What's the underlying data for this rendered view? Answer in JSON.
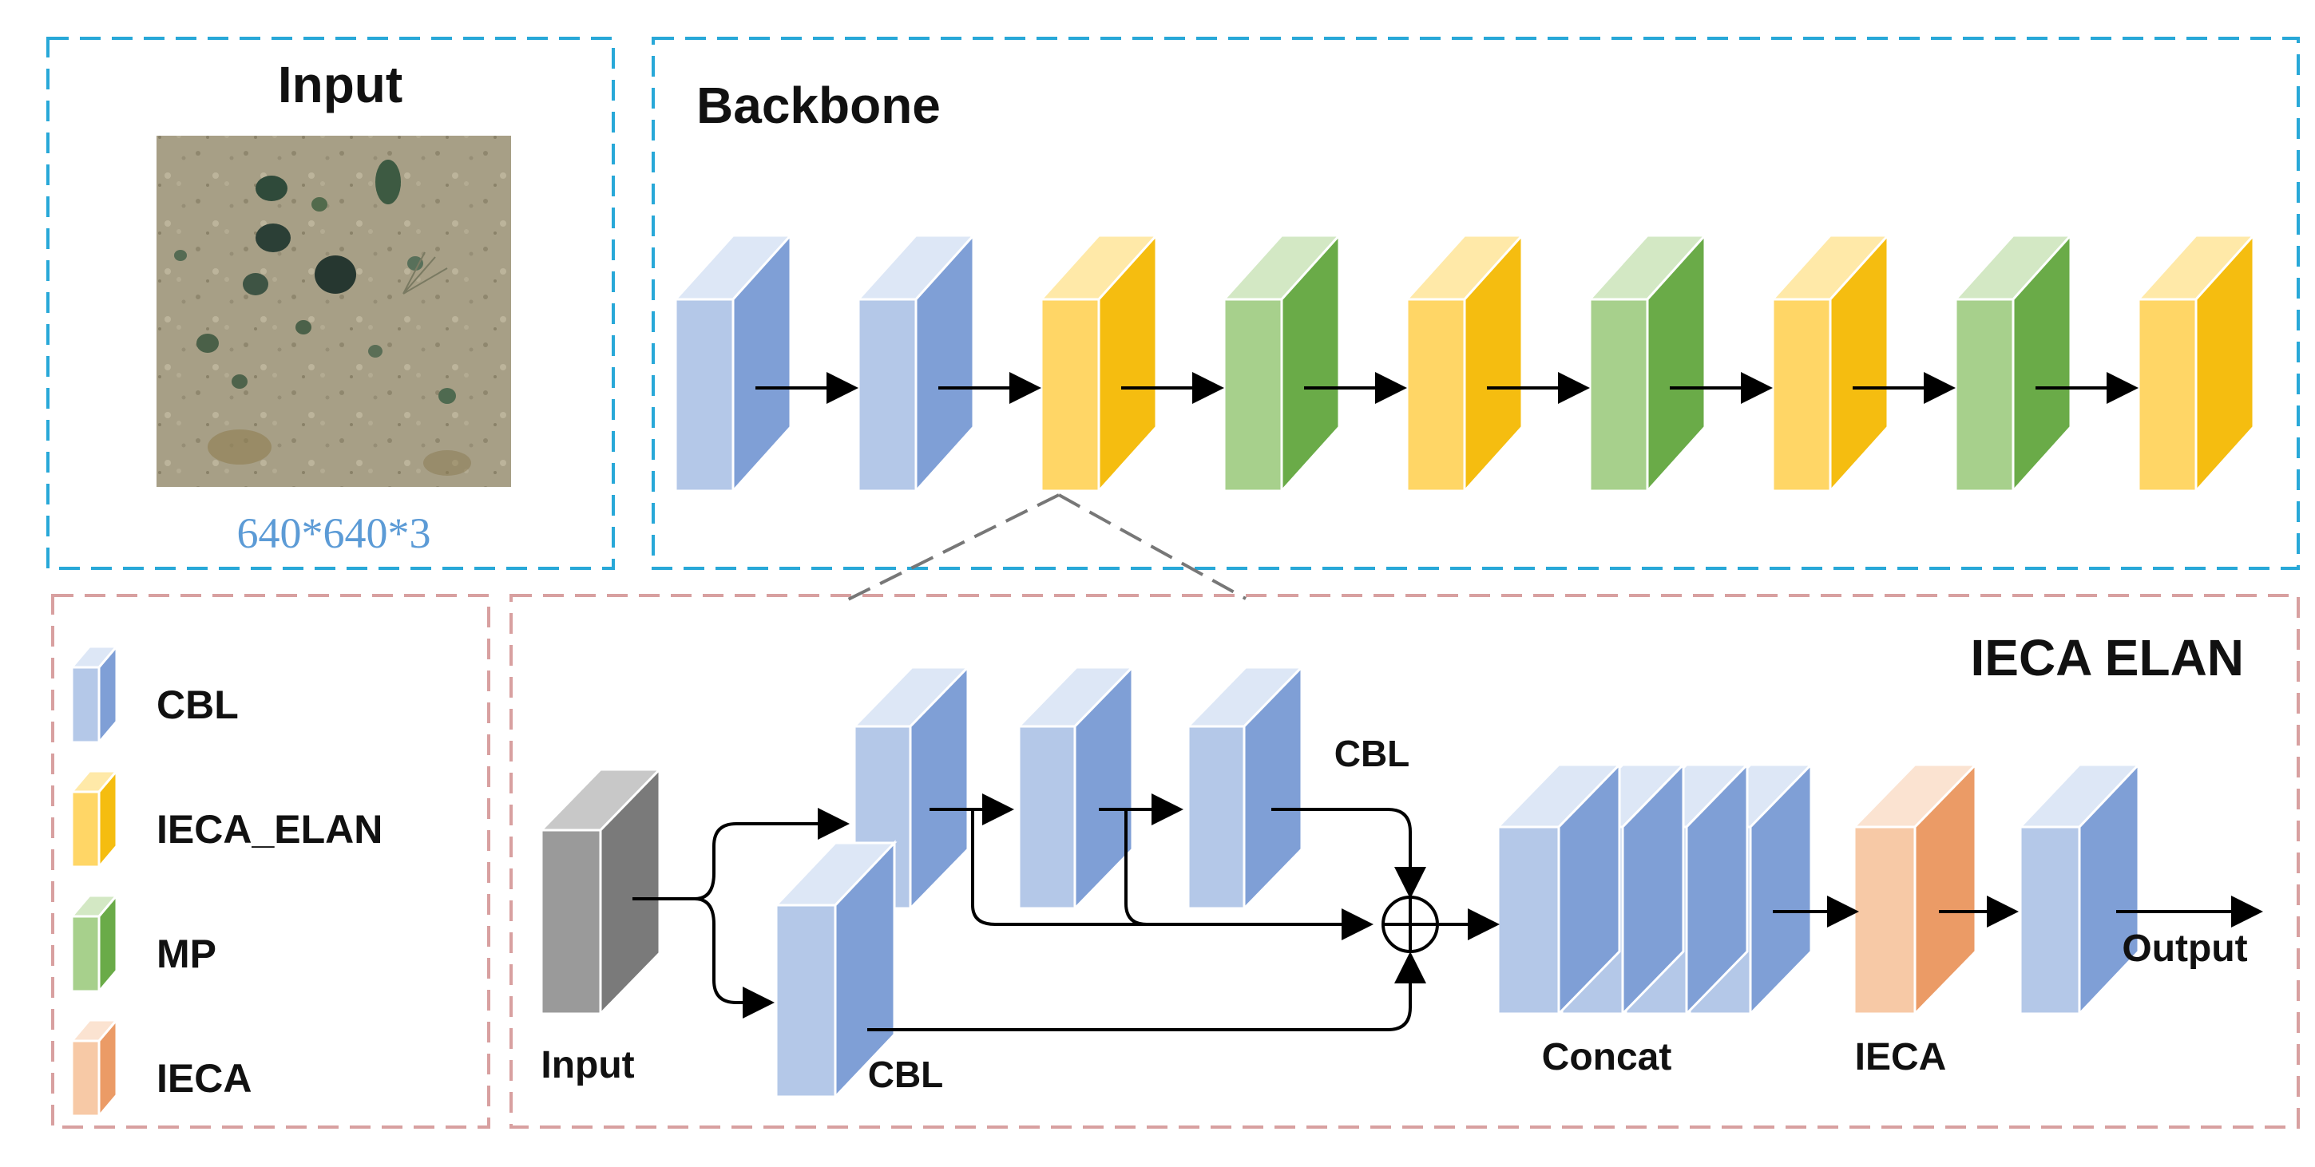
{
  "input_panel": {
    "title": "Input",
    "image_size": "640*640*3"
  },
  "backbone_panel": {
    "title": "Backbone",
    "blocks": [
      "CBL",
      "CBL",
      "IECA_ELAN",
      "MP",
      "IECA_ELAN",
      "MP",
      "IECA_ELAN",
      "MP",
      "IECA_ELAN"
    ]
  },
  "legend": {
    "items": [
      {
        "label": "CBL",
        "type": "CBL"
      },
      {
        "label": "IECA_ELAN",
        "type": "IECA_ELAN"
      },
      {
        "label": "MP",
        "type": "MP"
      },
      {
        "label": "IECA",
        "type": "IECA"
      }
    ]
  },
  "ieca_elan_panel": {
    "title": "IECA ELAN",
    "input_label": "Input",
    "top_cbl_label": "CBL",
    "bottom_cbl_label": "CBL",
    "concat_label": "Concat",
    "ieca_label": "IECA",
    "output_label": "Output",
    "sum_symbol": "+"
  },
  "colors": {
    "cyan_border": "#28a8d8",
    "pink_border": "#d8a0a0",
    "CBL": {
      "front": "#b4c8e8",
      "side": "#7f9fd6",
      "top": "#dde7f6"
    },
    "IECA_ELAN": {
      "front": "#ffd666",
      "side": "#f5bd10",
      "top": "#ffe9a8"
    },
    "MP": {
      "front": "#a7d08c",
      "side": "#6aab48",
      "top": "#d3e8c4"
    },
    "IECA": {
      "front": "#f7c9a6",
      "side": "#eb9b66",
      "top": "#fbe3d1"
    },
    "Input": {
      "front": "#9a9a9a",
      "side": "#7a7a7a",
      "top": "#c8c8c8"
    },
    "caption_blue": "#5c9bd6"
  }
}
